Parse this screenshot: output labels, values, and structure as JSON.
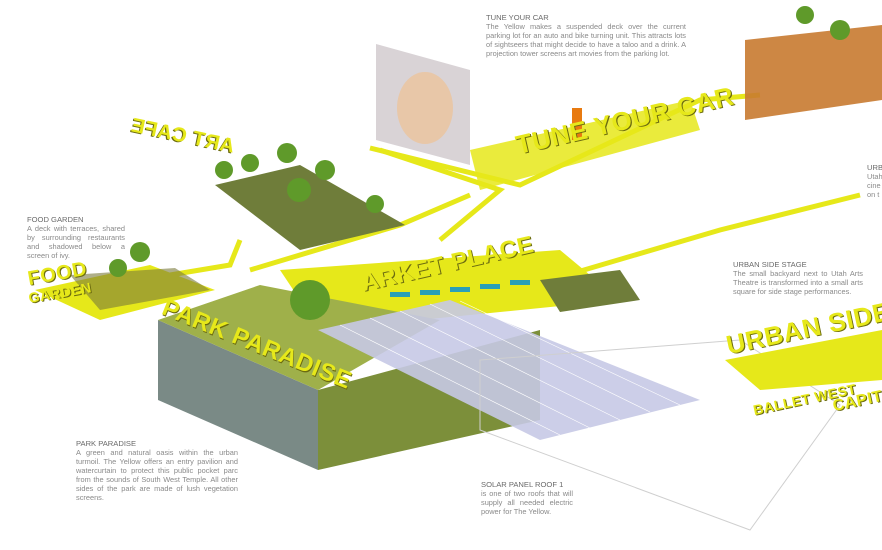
{
  "notes": {
    "tune_your_car": {
      "title": "TUNE YOUR CAR",
      "body": "The Yellow makes a suspended deck over the current parking lot for an auto and bike turning unit. This attracts lots of sightseers that might decide to have a taloo and a drink. A projection tower screens art movies from the parking lot."
    },
    "food_garden": {
      "title": "FOOD GARDEN",
      "body": "A deck with terraces, shared by surrounding restaurants and shadowed below a screen of ivy."
    },
    "park_paradise": {
      "title": "PARK PARADISE",
      "body": "A green and natural oasis within the urban turmoil. The Yellow offers an entry pavilion and watercurtain to protect this public pocket parc from the sounds of South West Temple. All other sides of the park are made of lush vegetation screens."
    },
    "solar_panel_roof": {
      "title": "SOLAR PANEL ROOF 1",
      "body": "is one of two roofs that will supply all needed electric power for The Yellow."
    },
    "urban_side_stage": {
      "title": "URBAN SIDE STAGE",
      "body": "The small backyard next to Utah Arts Theatre is transformed into a small arts square for side stage performances."
    },
    "cropped_right": {
      "title": "URB",
      "lines": [
        "Utah",
        "cine",
        "on t"
      ]
    }
  },
  "labels": {
    "art_cafe": "ART CAFE",
    "tune_your_car": "TUNE YOUR CAR",
    "food": "FOOD",
    "garden": "GARDEN",
    "park_paradise": "PARK PARADISE",
    "market_place": "ARKET PLACE",
    "urban_sidestage": "URBAN SIDEST",
    "ballet_west": "BALLET WEST",
    "capitol": "CAPITO"
  },
  "colors": {
    "yellow": "#e6e81a",
    "green": "#6f7d3a",
    "text": "#8a8a8a"
  }
}
